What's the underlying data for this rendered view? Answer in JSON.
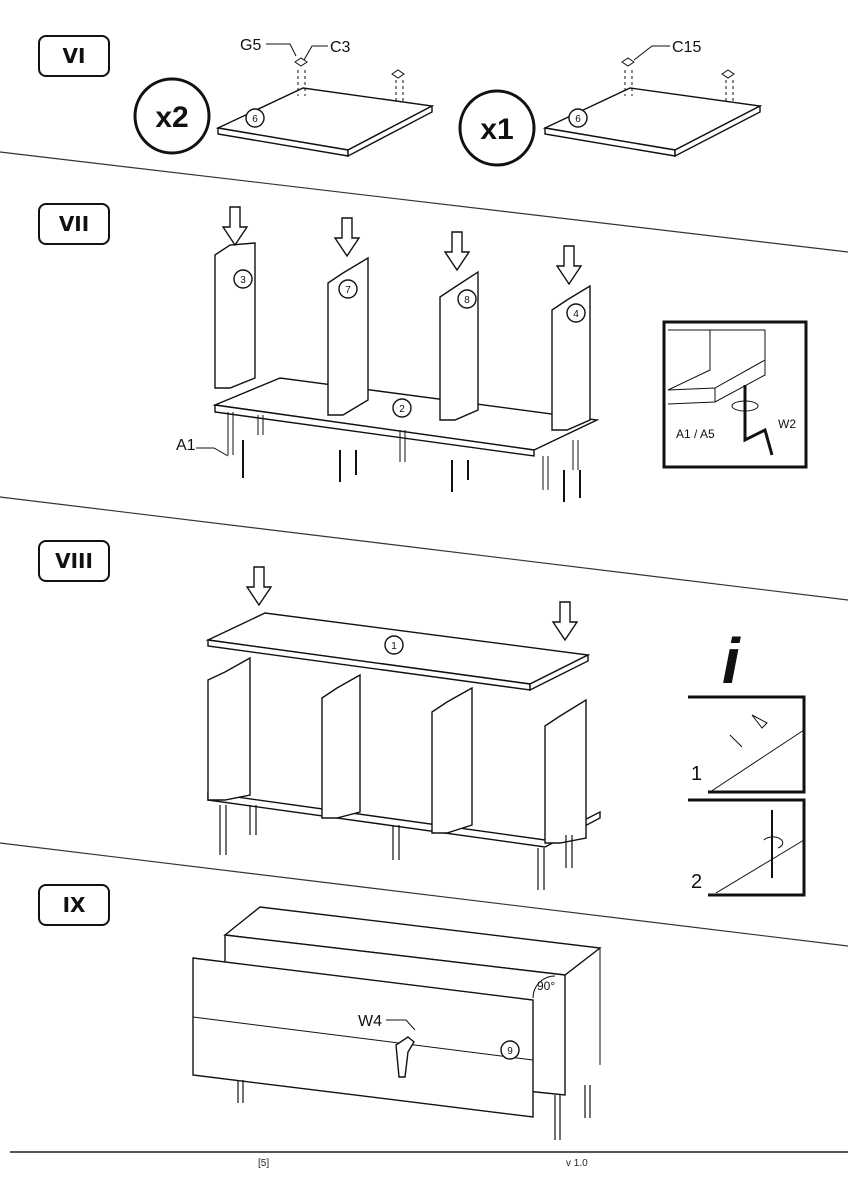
{
  "steps": [
    {
      "label": "VI"
    },
    {
      "label": "VII"
    },
    {
      "label": "VIII"
    },
    {
      "label": "IX"
    }
  ],
  "step6": {
    "qty_left": "x2",
    "qty_right": "x1",
    "part_g5": "G5",
    "part_c3": "C3",
    "part_c15": "C15",
    "panel_left": "6",
    "panel_right": "6"
  },
  "step7": {
    "panels": [
      "3",
      "7",
      "8",
      "4"
    ],
    "base": "2",
    "leg_label": "A1",
    "inset_leg": "A1 / A5",
    "inset_tool": "W2"
  },
  "step8": {
    "top": "1",
    "info_icon": "i",
    "tip1": "1",
    "tip2": "2"
  },
  "step9": {
    "tool": "W4",
    "door": "9",
    "angle": "90°"
  },
  "footer": {
    "page": "[5]",
    "version": "v 1.0"
  }
}
